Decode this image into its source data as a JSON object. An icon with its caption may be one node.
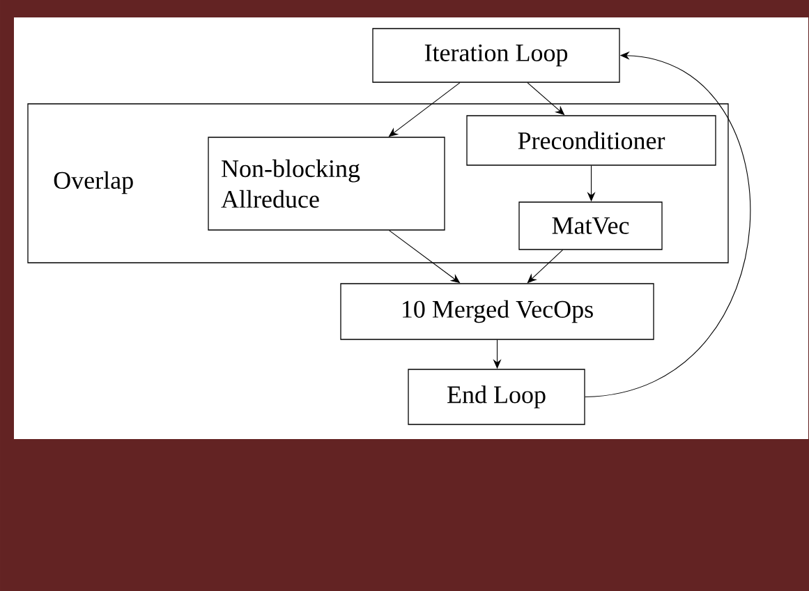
{
  "diagram": {
    "nodes": [
      {
        "text": [
          "Iteration Loop"
        ]
      },
      {
        "text": [
          "Overlap"
        ]
      },
      {
        "text": [
          "Non-blocking Allreduce"
        ],
        "in": 1
      },
      {
        "text": [
          "Preconditioner"
        ],
        "in": 1
      },
      {
        "text": [
          "MatVec"
        ],
        "in": 1
      },
      {
        "text": [
          "10 Merged VecOps"
        ]
      },
      {
        "text": [
          "End Loop"
        ]
      }
    ],
    "edges": [
      {
        "from": 0,
        "to": 2,
        "arrow": "to"
      },
      {
        "from": 0,
        "to": 3,
        "arrow": "to"
      },
      {
        "from": 3,
        "to": 4,
        "arrow": "to"
      },
      {
        "from": 2,
        "to": 5,
        "arrow": "to"
      },
      {
        "from": 4,
        "to": 5,
        "arrow": "to"
      },
      {
        "from": 5,
        "to": 6,
        "arrow": "to"
      },
      {
        "from": 6,
        "to": 0,
        "arrow": "to"
      }
    ]
  }
}
